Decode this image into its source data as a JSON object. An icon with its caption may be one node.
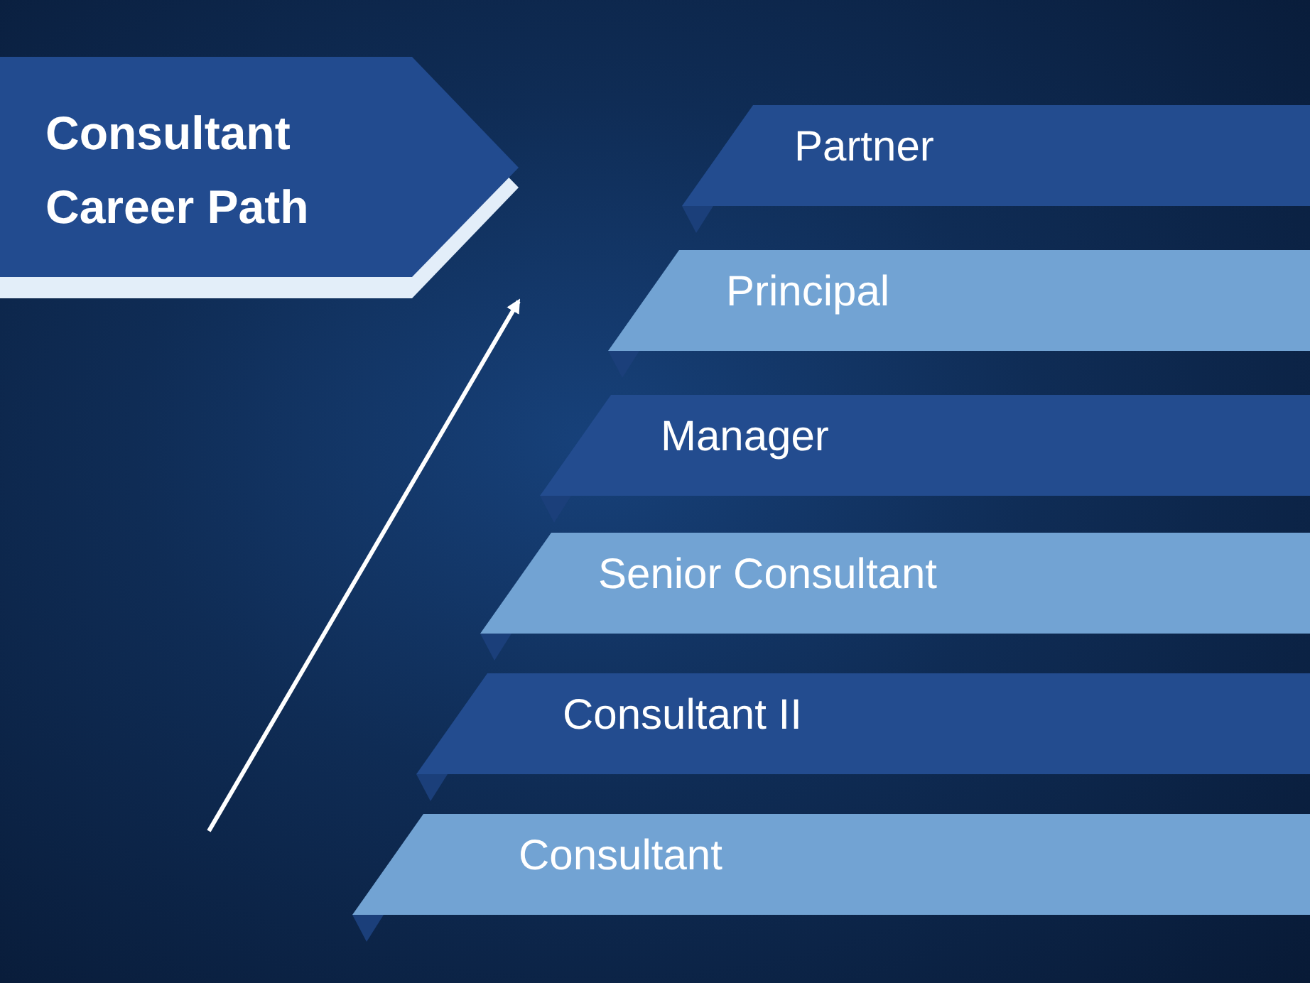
{
  "diagram": {
    "nodes": [
      {
        "text": [
          "Consultant Career Path"
        ]
      },
      {
        "text": [
          "Partner"
        ]
      },
      {
        "text": [
          "Principal"
        ]
      },
      {
        "text": [
          "Manager"
        ]
      },
      {
        "text": [
          "Senior Consultant"
        ]
      },
      {
        "text": [
          "Consultant II"
        ]
      },
      {
        "text": [
          "Consultant"
        ]
      }
    ]
  }
}
